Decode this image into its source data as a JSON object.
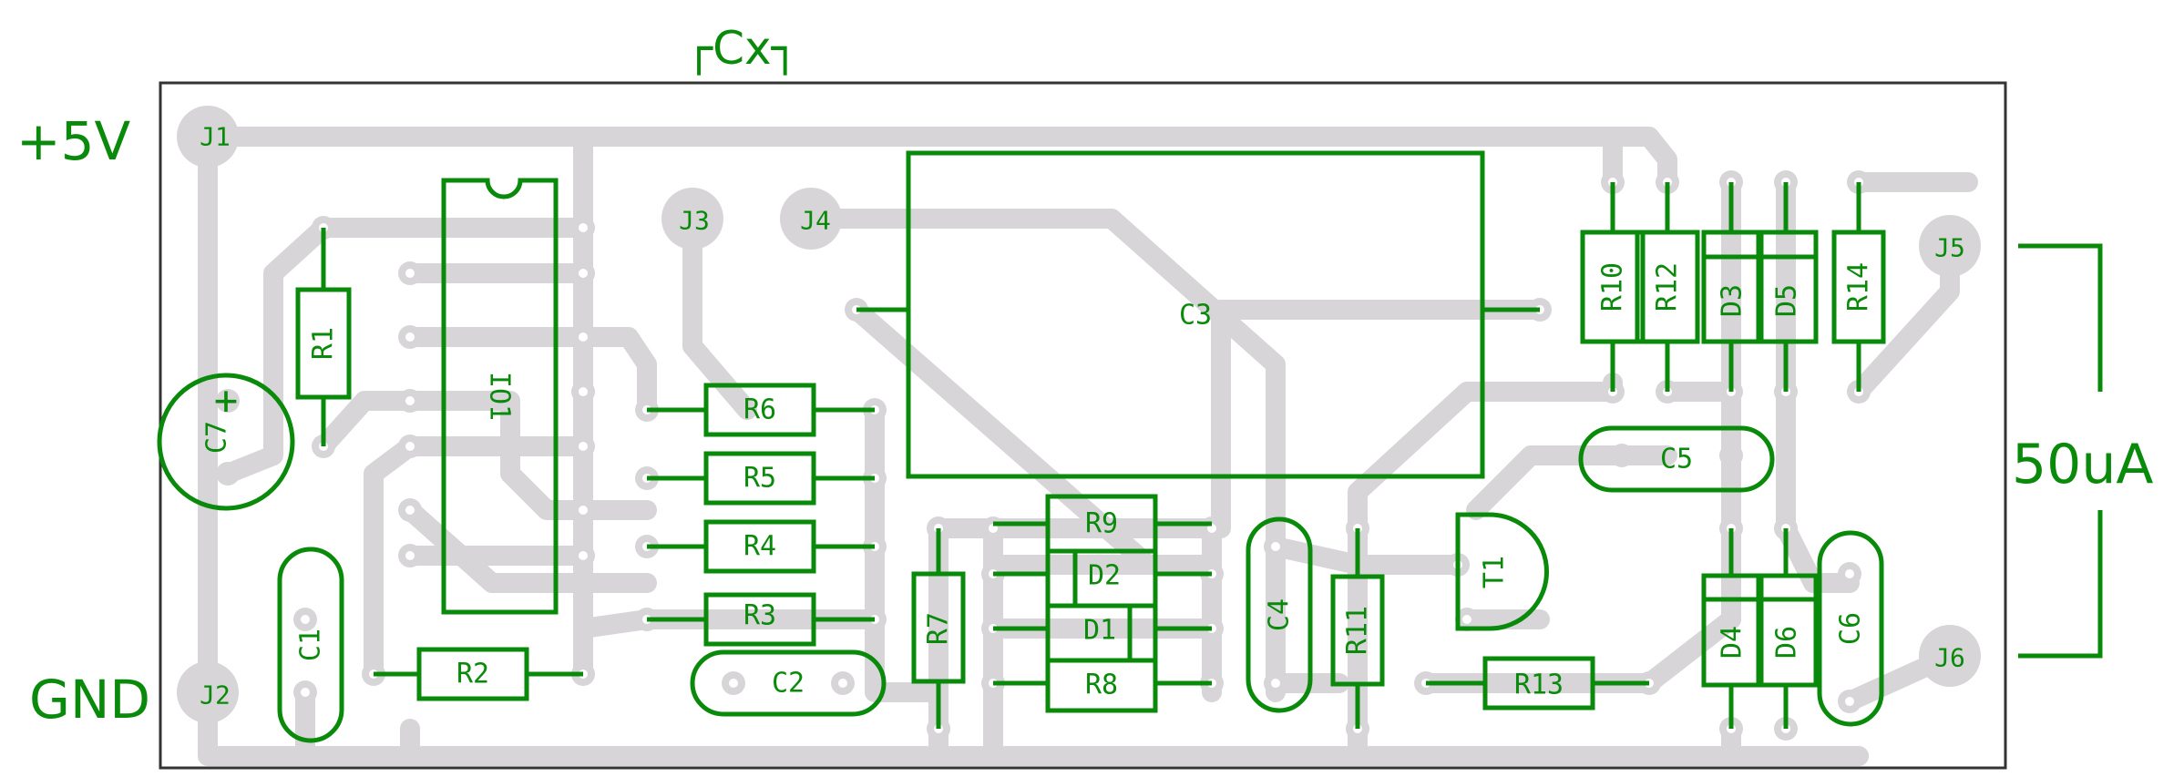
{
  "colors": {
    "copper": "#d7d5d8",
    "silkscreen": "#0a8a0a",
    "board_outline": "#333333",
    "pad_hole": "#ffffff",
    "background": "#ffffff"
  },
  "external_labels": {
    "supply": "+5V",
    "ground": "GND",
    "cap_x": "┌Cx┐",
    "meter": "50uA"
  },
  "jacks": {
    "j1": "J1",
    "j2": "J2",
    "j3": "J3",
    "j4": "J4",
    "j5": "J5",
    "j6": "J6"
  },
  "components": {
    "ic": "IO1",
    "r1": "R1",
    "r2": "R2",
    "r3": "R3",
    "r4": "R4",
    "r5": "R5",
    "r6": "R6",
    "r7": "R7",
    "r8": "R8",
    "r9": "R9",
    "r10": "R10",
    "r11": "R11",
    "r12": "R12",
    "r13": "R13",
    "r14": "R14",
    "c1": "C1",
    "c2": "C2",
    "c3": "C3",
    "c4": "C4",
    "c5": "C5",
    "c6": "C6",
    "c7": "C7",
    "c7_plus": "+",
    "d1": "D1",
    "d2": "D2",
    "d3": "D3",
    "d4": "D4",
    "d5": "D5",
    "d6": "D6",
    "t1": "T1"
  }
}
